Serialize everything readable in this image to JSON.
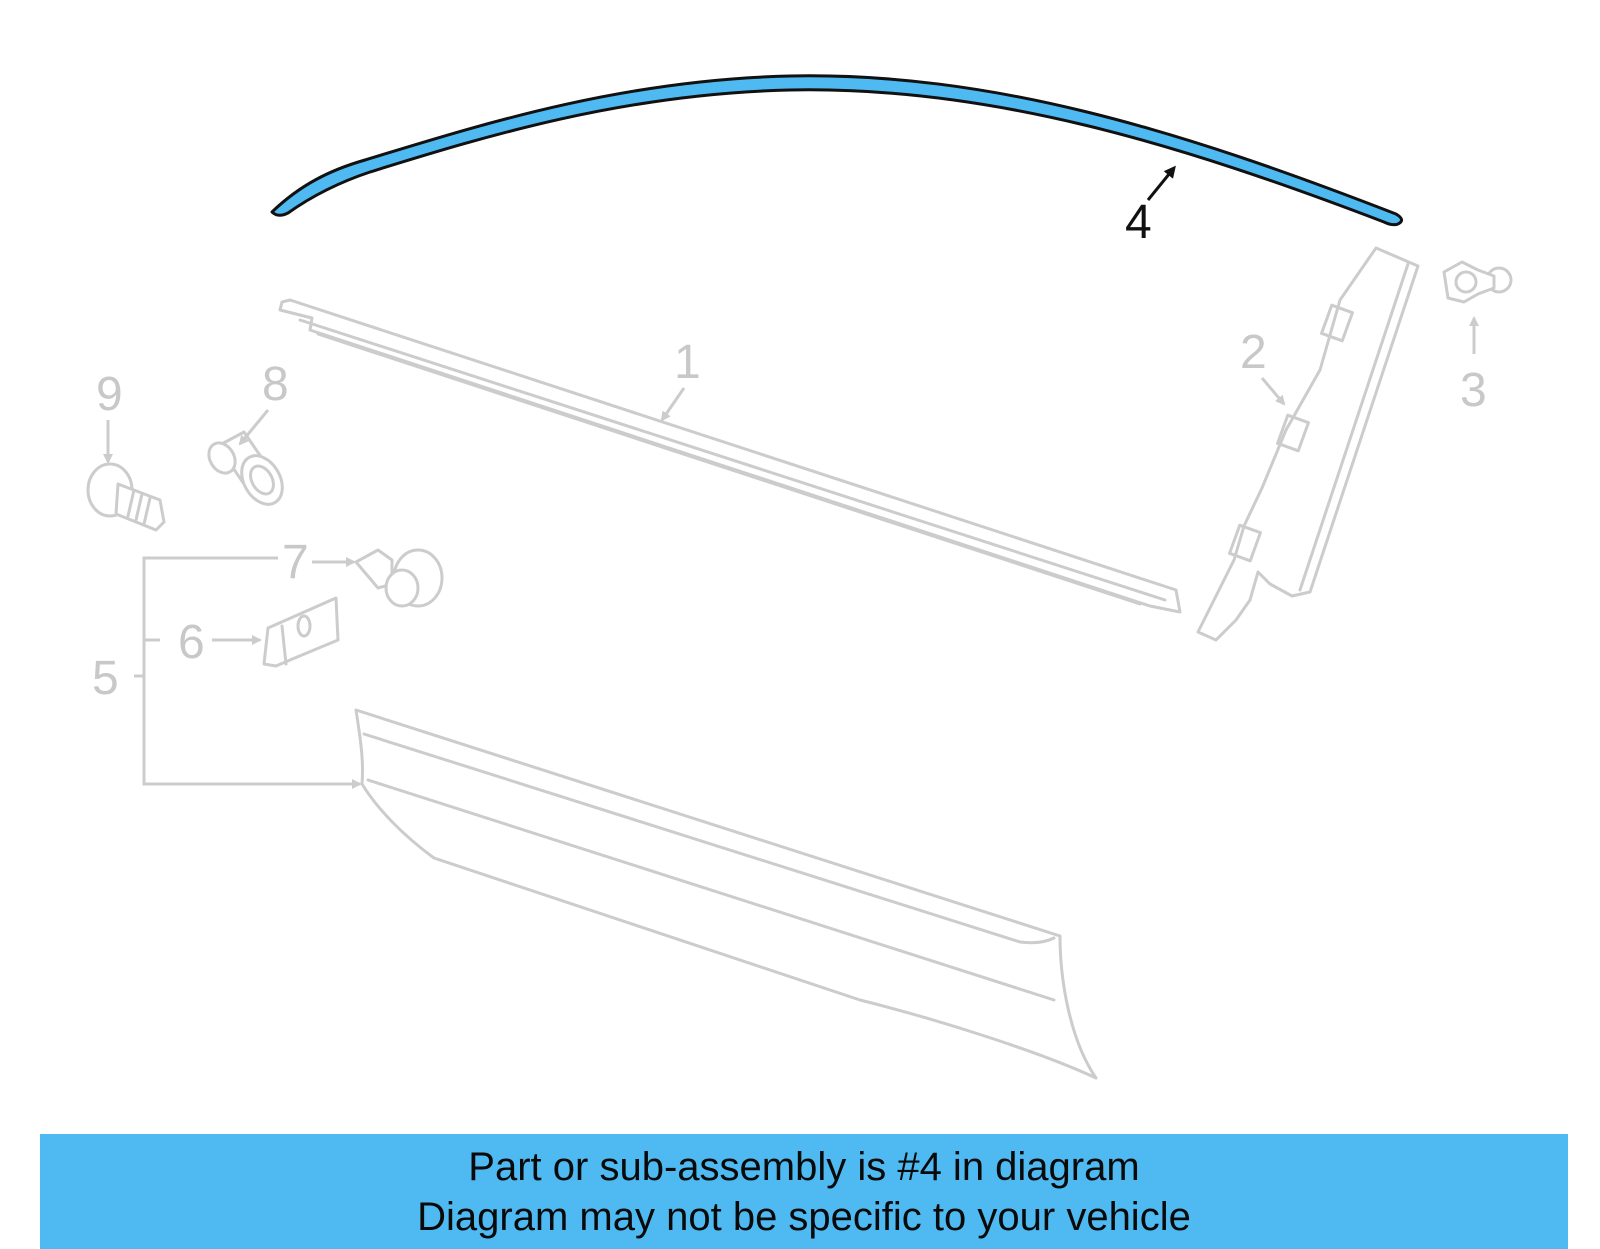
{
  "callouts": {
    "c1": "1",
    "c2": "2",
    "c3": "3",
    "c4": "4",
    "c5": "5",
    "c6": "6",
    "c7": "7",
    "c8": "8",
    "c9": "9"
  },
  "highlight": {
    "part_number": "4",
    "color": "#4fb9f1"
  },
  "banner": {
    "line1": "Part or sub-assembly is #4 in diagram",
    "line2": "Diagram may not be specific to your vehicle",
    "background": "#4fb9f1"
  }
}
